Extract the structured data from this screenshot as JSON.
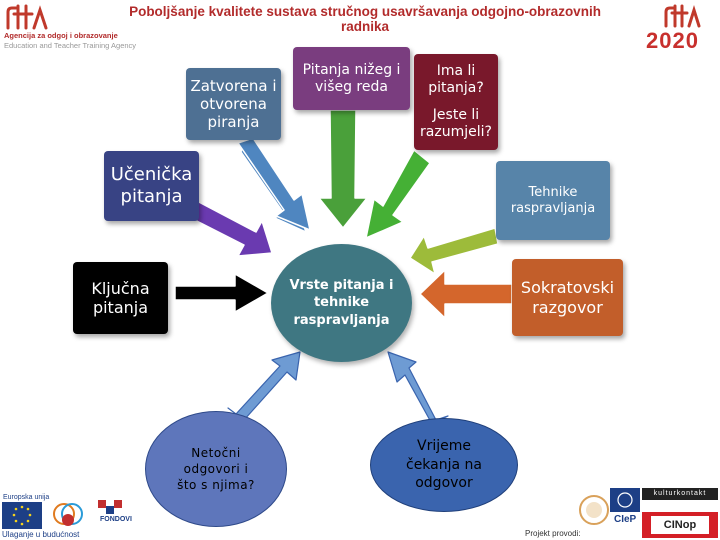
{
  "header": {
    "title": "Poboljšanje kvalitete sustava stručnog usavršavanja odgojno-obrazovnih radnika",
    "agency_line1": "Agencija za odgoj i obrazovanje",
    "agency_line2": "Education and Teacher Training Agency",
    "logo_text": "ettA",
    "year": "2020"
  },
  "diagram": {
    "center": "Vrste pitanja i tehnike raspravljanja",
    "nodes": {
      "zatvorena": "Zatvorena i otvorena piranja",
      "nizeg_viseg": "Pitanja nižeg i višeg reda",
      "ima_li_1": "Ima li",
      "ima_li_2": "pitanja?",
      "jeste_li_1": "Jeste li",
      "jeste_li_2": "razumjeli?",
      "ucenicka": "Učenička pitanja",
      "tehnike": "Tehnike raspravljanja",
      "kljucna": "Ključna pitanja",
      "sokratovski": "Sokratovski razgovor",
      "netocni": "Netočni odgovori i što s njima?",
      "vrijeme": "Vrijeme čekanja na odgovor"
    },
    "colors": {
      "zatvorena": "#4e7093",
      "nizeg_viseg": "#7a3d7f",
      "ima_li": "#79182b",
      "ucenicka": "#384384",
      "tehnike": "#5784a9",
      "kljucna": "#000000",
      "sokratovski": "#c25e2a",
      "center": "#3f7782",
      "netocni": "#5e76bb",
      "vrijeme": "#3a64ae"
    }
  },
  "footer": {
    "eu": "Europska unija",
    "future": "Ulaganje u budućnost",
    "fondovi": "FONDOVI",
    "project": "Projekt provodi:",
    "cinop": "CINop",
    "kulturkontakt": "kulturkontakt"
  }
}
